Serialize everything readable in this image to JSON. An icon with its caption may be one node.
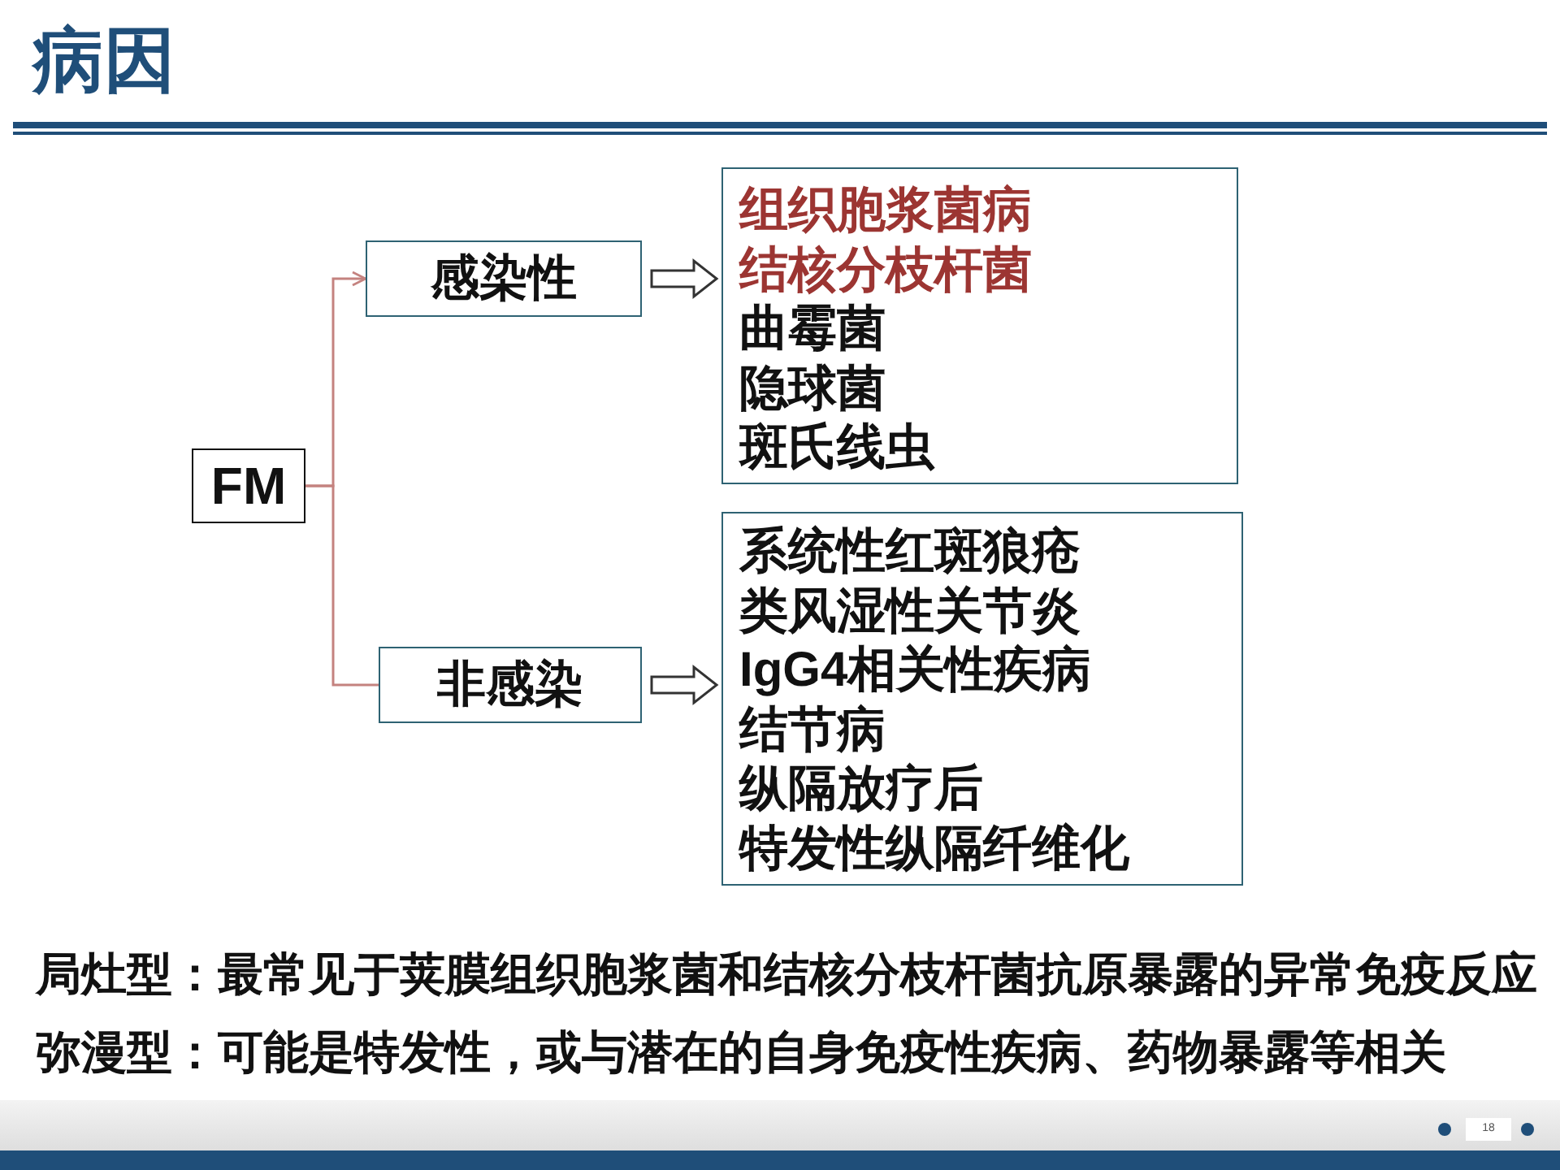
{
  "diagram": {
    "title": "病因",
    "nodes": [
      {
        "text": [
          "FM"
        ]
      },
      {
        "text": [
          "感染性"
        ]
      },
      {
        "text": [
          "非感染"
        ]
      },
      {
        "text": [
          "组织胞浆菌病",
          "结核分枝杆菌",
          "曲霉菌",
          "隐球菌",
          "斑氏线虫"
        ]
      },
      {
        "text": [
          "系统性红斑狼疮",
          "类风湿性关节炎",
          "IgG4相关性疾病",
          "结节病",
          "纵隔放疗后",
          "特发性纵隔纤维化"
        ]
      }
    ],
    "edges": [
      {
        "from": 0,
        "to": 1,
        "arrow": "to",
        "color": "#c4827f"
      },
      {
        "from": 0,
        "to": 2,
        "arrow": "none",
        "color": "#c4827f"
      },
      {
        "from": 1,
        "to": 3,
        "arrow": "to",
        "style": "thick"
      },
      {
        "from": 2,
        "to": 4,
        "arrow": "to",
        "style": "thick"
      }
    ],
    "labels": [
      "局灶型：最常见于荚膜组织胞浆菌和结核分枝杆菌抗原暴露的异常免疫反应",
      "弥漫型：可能是特发性，或与潜在的自身免疫性疾病、药物暴露等相关",
      "18"
    ]
  }
}
